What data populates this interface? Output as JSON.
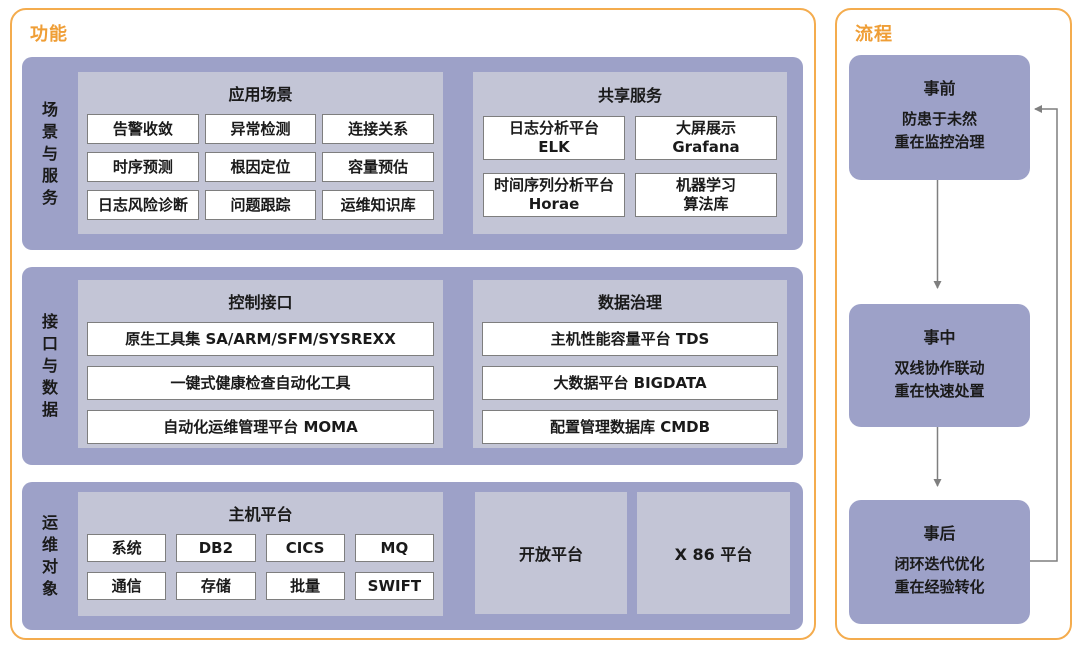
{
  "colors": {
    "accent_orange": "#ef9e36",
    "panel_border": "#f4ac4e",
    "row_purple": "#9da1c8",
    "group_light": "#c3c5d6",
    "box_border": "#7e7e7e",
    "arrow_gray": "#7f7f7f",
    "text_dark": "#1a1a1a"
  },
  "left_panel": {
    "title": "功能",
    "rows": [
      {
        "label": "场\n景\n与\n服\n务",
        "groups": [
          {
            "title": "应用场景",
            "items": [
              "告警收敛",
              "异常检测",
              "连接关系",
              "时序预测",
              "根因定位",
              "容量预估",
              "日志风险诊断",
              "问题跟踪",
              "运维知识库"
            ]
          },
          {
            "title": "共享服务",
            "items": [
              "日志分析平台\nELK",
              "大屏展示\nGrafana",
              "时间序列分析平台\nHorae",
              "机器学习\n算法库"
            ]
          }
        ]
      },
      {
        "label": "接\n口\n与\n数\n据",
        "groups": [
          {
            "title": "控制接口",
            "items": [
              "原生工具集 SA/ARM/SFM/SYSREXX",
              "一键式健康检查自动化工具",
              "自动化运维管理平台 MOMA"
            ]
          },
          {
            "title": "数据治理",
            "items": [
              "主机性能容量平台 TDS",
              "大数据平台 BIGDATA",
              "配置管理数据库 CMDB"
            ]
          }
        ]
      },
      {
        "label": "运\n维\n对\n象",
        "groups": [
          {
            "title": "主机平台",
            "items": [
              "系统",
              "DB2",
              "CICS",
              "MQ",
              "通信",
              "存储",
              "批量",
              "SWIFT"
            ]
          }
        ],
        "platforms": [
          "开放平台",
          "X 86 平台"
        ]
      }
    ]
  },
  "right_panel": {
    "title": "流程",
    "steps": [
      {
        "title": "事前",
        "desc": "防患于未然\n重在监控治理"
      },
      {
        "title": "事中",
        "desc": "双线协作联动\n重在快速处置"
      },
      {
        "title": "事后",
        "desc": "闭环迭代优化\n重在经验转化"
      }
    ]
  }
}
